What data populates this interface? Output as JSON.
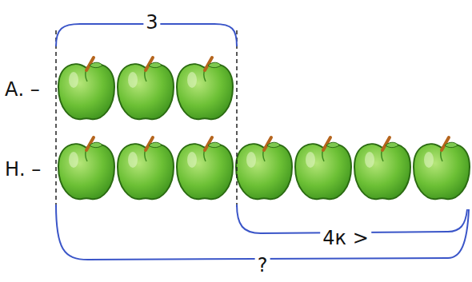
{
  "diagram": {
    "labels": [
      "3",
      "А. –",
      "Н. –",
      "4к >",
      "?"
    ]
  }
}
